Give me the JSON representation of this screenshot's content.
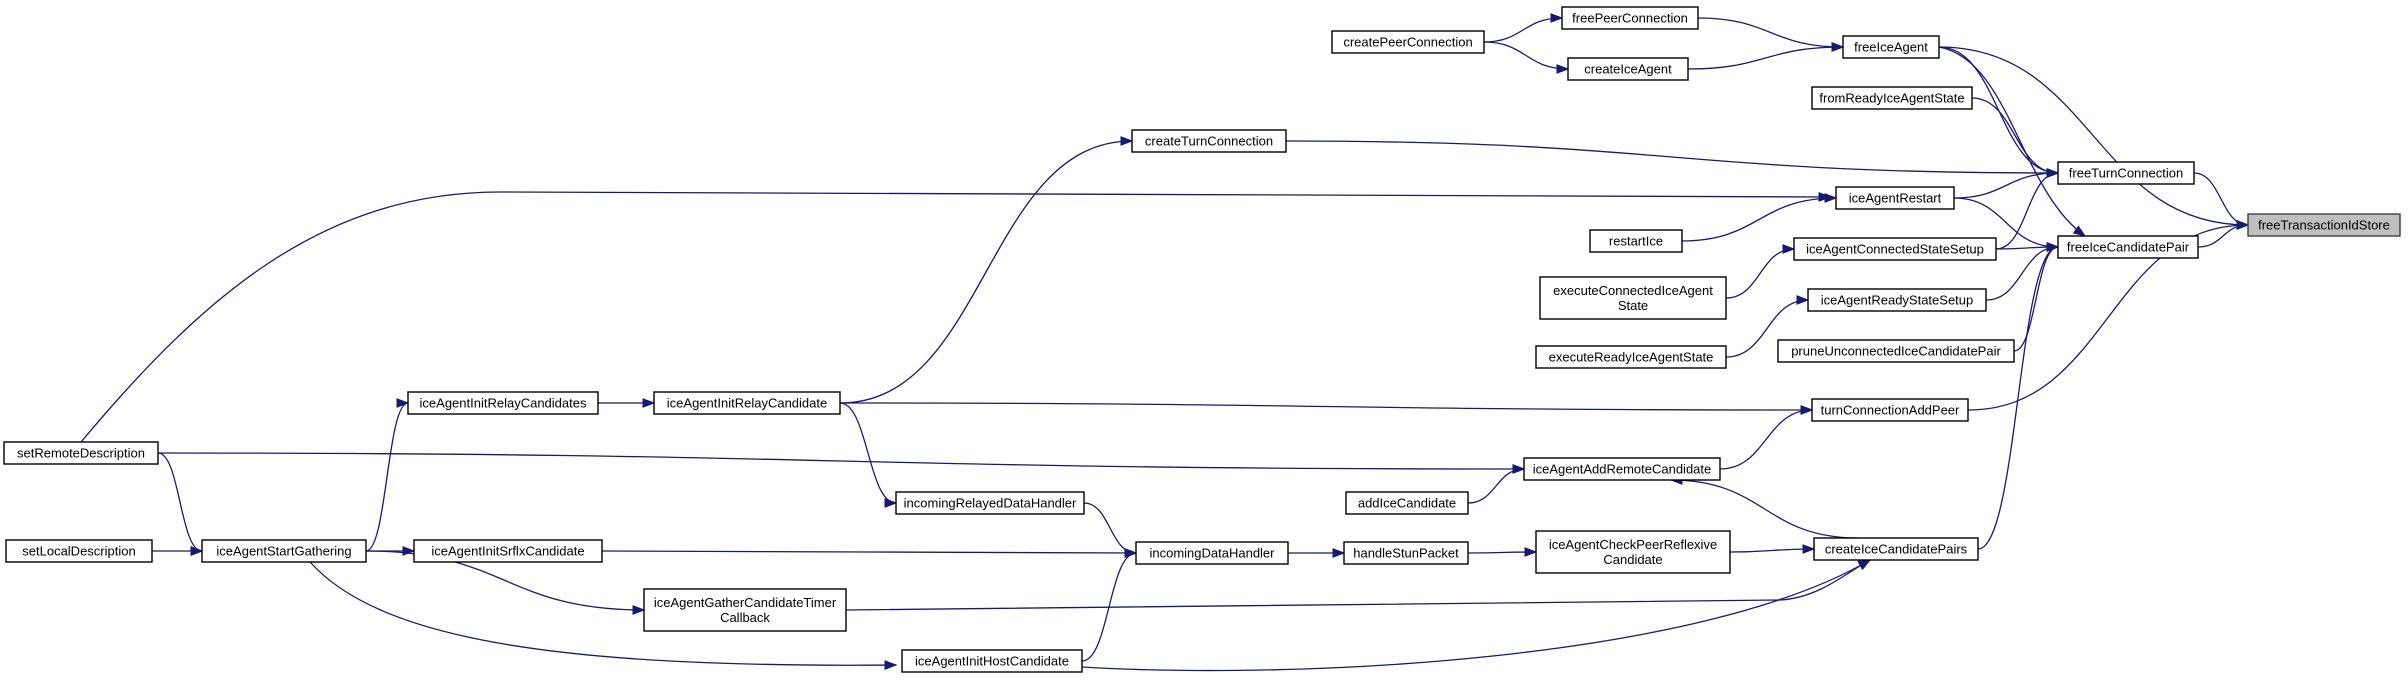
{
  "diagram": {
    "type": "call-graph",
    "root": "freeTransactionIdStore",
    "nodes": [
      {
        "id": "freeTransactionIdStore",
        "lines": [
          "freeTransactionIdStore"
        ],
        "root": true
      },
      {
        "id": "freeTurnConnection",
        "lines": [
          "freeTurnConnection"
        ]
      },
      {
        "id": "freeIceCandidatePair",
        "lines": [
          "freeIceCandidatePair"
        ]
      },
      {
        "id": "freeIceAgent",
        "lines": [
          "freeIceAgent"
        ]
      },
      {
        "id": "turnConnectionAddPeer",
        "lines": [
          "turnConnectionAddPeer"
        ]
      },
      {
        "id": "freePeerConnection",
        "lines": [
          "freePeerConnection"
        ]
      },
      {
        "id": "createIceAgent",
        "lines": [
          "createIceAgent"
        ]
      },
      {
        "id": "createPeerConnection",
        "lines": [
          "createPeerConnection"
        ]
      },
      {
        "id": "fromReadyIceAgentState",
        "lines": [
          "fromReadyIceAgentState"
        ]
      },
      {
        "id": "createTurnConnection",
        "lines": [
          "createTurnConnection"
        ]
      },
      {
        "id": "iceAgentRestart",
        "lines": [
          "iceAgentRestart"
        ]
      },
      {
        "id": "restartIce",
        "lines": [
          "restartIce"
        ]
      },
      {
        "id": "iceAgentConnectedStateSetup",
        "lines": [
          "iceAgentConnectedStateSetup"
        ]
      },
      {
        "id": "executeConnectedIceAgentState",
        "lines": [
          "executeConnectedIceAgent",
          "State"
        ]
      },
      {
        "id": "iceAgentReadyStateSetup",
        "lines": [
          "iceAgentReadyStateSetup"
        ]
      },
      {
        "id": "executeReadyIceAgentState",
        "lines": [
          "executeReadyIceAgentState"
        ]
      },
      {
        "id": "pruneUnconnectedIceCandidatePair",
        "lines": [
          "pruneUnconnectedIceCandidatePair"
        ]
      },
      {
        "id": "iceAgentInitRelayCandidate",
        "lines": [
          "iceAgentInitRelayCandidate"
        ]
      },
      {
        "id": "iceAgentInitRelayCandidates",
        "lines": [
          "iceAgentInitRelayCandidates"
        ]
      },
      {
        "id": "setRemoteDescription",
        "lines": [
          "setRemoteDescription"
        ]
      },
      {
        "id": "iceAgentAddRemoteCandidate",
        "lines": [
          "iceAgentAddRemoteCandidate"
        ]
      },
      {
        "id": "addIceCandidate",
        "lines": [
          "addIceCandidate"
        ]
      },
      {
        "id": "incomingRelayedDataHandler",
        "lines": [
          "incomingRelayedDataHandler"
        ]
      },
      {
        "id": "setLocalDescription",
        "lines": [
          "setLocalDescription"
        ]
      },
      {
        "id": "iceAgentStartGathering",
        "lines": [
          "iceAgentStartGathering"
        ]
      },
      {
        "id": "iceAgentInitSrflxCandidate",
        "lines": [
          "iceAgentInitSrflxCandidate"
        ]
      },
      {
        "id": "incomingDataHandler",
        "lines": [
          "incomingDataHandler"
        ]
      },
      {
        "id": "handleStunPacket",
        "lines": [
          "handleStunPacket"
        ]
      },
      {
        "id": "iceAgentCheckPeerReflexiveCandidate",
        "lines": [
          "iceAgentCheckPeerReflexive",
          "Candidate"
        ]
      },
      {
        "id": "createIceCandidatePairs",
        "lines": [
          "createIceCandidatePairs"
        ]
      },
      {
        "id": "iceAgentGatherCandidateTimerCallback",
        "lines": [
          "iceAgentGatherCandidateTimer",
          "Callback"
        ]
      },
      {
        "id": "iceAgentInitHostCandidate",
        "lines": [
          "iceAgentInitHostCandidate"
        ]
      }
    ],
    "edges": [
      {
        "from": "freeTurnConnection",
        "to": "freeTransactionIdStore"
      },
      {
        "from": "freeIceCandidatePair",
        "to": "freeTransactionIdStore"
      },
      {
        "from": "freeIceAgent",
        "to": "freeTransactionIdStore"
      },
      {
        "from": "turnConnectionAddPeer",
        "to": "freeTransactionIdStore"
      },
      {
        "from": "freeIceAgent",
        "to": "freeTurnConnection"
      },
      {
        "from": "fromReadyIceAgentState",
        "to": "freeTurnConnection"
      },
      {
        "from": "createTurnConnection",
        "to": "freeTurnConnection"
      },
      {
        "from": "iceAgentRestart",
        "to": "freeTurnConnection"
      },
      {
        "from": "iceAgentConnectedStateSetup",
        "to": "freeTurnConnection"
      },
      {
        "from": "freeIceAgent",
        "to": "freeIceCandidatePair"
      },
      {
        "from": "iceAgentRestart",
        "to": "freeIceCandidatePair"
      },
      {
        "from": "iceAgentConnectedStateSetup",
        "to": "freeIceCandidatePair"
      },
      {
        "from": "iceAgentReadyStateSetup",
        "to": "freeIceCandidatePair"
      },
      {
        "from": "pruneUnconnectedIceCandidatePair",
        "to": "freeIceCandidatePair"
      },
      {
        "from": "createIceCandidatePairs",
        "to": "freeIceCandidatePair"
      },
      {
        "from": "freePeerConnection",
        "to": "freeIceAgent"
      },
      {
        "from": "createIceAgent",
        "to": "freeIceAgent"
      },
      {
        "from": "createPeerConnection",
        "to": "freePeerConnection"
      },
      {
        "from": "createPeerConnection",
        "to": "createIceAgent"
      },
      {
        "from": "iceAgentInitRelayCandidate",
        "to": "createTurnConnection"
      },
      {
        "from": "setRemoteDescription",
        "to": "iceAgentRestart"
      },
      {
        "from": "restartIce",
        "to": "iceAgentRestart"
      },
      {
        "from": "executeConnectedIceAgentState",
        "to": "iceAgentConnectedStateSetup"
      },
      {
        "from": "executeReadyIceAgentState",
        "to": "iceAgentReadyStateSetup"
      },
      {
        "from": "iceAgentInitRelayCandidate",
        "to": "turnConnectionAddPeer"
      },
      {
        "from": "iceAgentAddRemoteCandidate",
        "to": "turnConnectionAddPeer"
      },
      {
        "from": "iceAgentInitRelayCandidates",
        "to": "iceAgentInitRelayCandidate"
      },
      {
        "from": "iceAgentStartGathering",
        "to": "iceAgentInitRelayCandidates"
      },
      {
        "from": "setRemoteDescription",
        "to": "iceAgentStartGathering"
      },
      {
        "from": "setLocalDescription",
        "to": "iceAgentStartGathering"
      },
      {
        "from": "setRemoteDescription",
        "to": "iceAgentAddRemoteCandidate"
      },
      {
        "from": "addIceCandidate",
        "to": "iceAgentAddRemoteCandidate"
      },
      {
        "from": "createIceCandidatePairs",
        "to": "iceAgentAddRemoteCandidate"
      },
      {
        "from": "iceAgentInitRelayCandidate",
        "to": "incomingRelayedDataHandler"
      },
      {
        "from": "incomingRelayedDataHandler",
        "to": "incomingDataHandler"
      },
      {
        "from": "iceAgentInitSrflxCandidate",
        "to": "incomingDataHandler"
      },
      {
        "from": "iceAgentInitHostCandidate",
        "to": "incomingDataHandler"
      },
      {
        "from": "iceAgentStartGathering",
        "to": "iceAgentInitSrflxCandidate"
      },
      {
        "from": "incomingDataHandler",
        "to": "handleStunPacket"
      },
      {
        "from": "handleStunPacket",
        "to": "iceAgentCheckPeerReflexiveCandidate"
      },
      {
        "from": "iceAgentCheckPeerReflexiveCandidate",
        "to": "createIceCandidatePairs"
      },
      {
        "from": "iceAgentGatherCandidateTimerCallback",
        "to": "createIceCandidatePairs"
      },
      {
        "from": "iceAgentInitHostCandidate",
        "to": "createIceCandidatePairs"
      },
      {
        "from": "iceAgentStartGathering",
        "to": "iceAgentGatherCandidateTimerCallback"
      },
      {
        "from": "iceAgentStartGathering",
        "to": "iceAgentInitHostCandidate"
      }
    ]
  }
}
